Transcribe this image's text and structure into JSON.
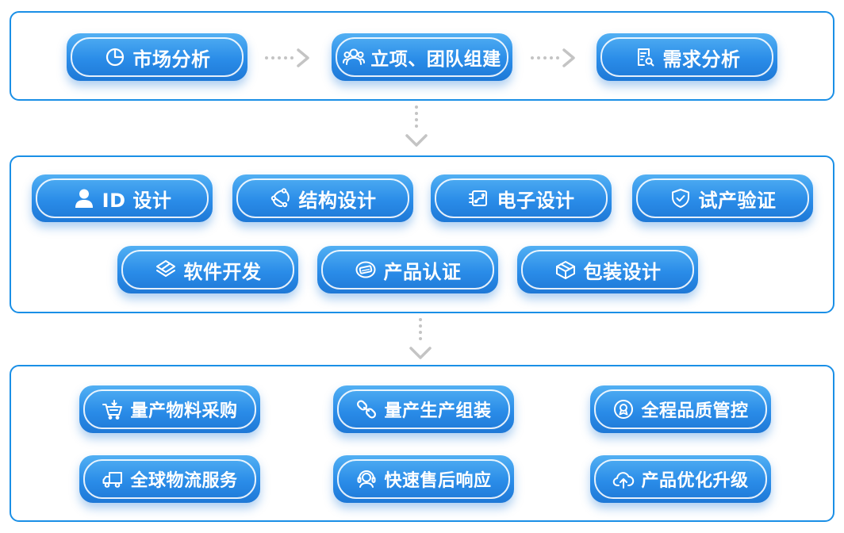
{
  "stages": [
    {
      "items": [
        {
          "label": "市场分析",
          "icon": "pie-chart-icon"
        },
        {
          "label": "立项、团队组建",
          "icon": "team-icon"
        },
        {
          "label": "需求分析",
          "icon": "document-search-icon"
        }
      ]
    },
    {
      "items": [
        {
          "label": "ID 设计",
          "icon": "user-icon"
        },
        {
          "label": "结构设计",
          "icon": "structure-icon"
        },
        {
          "label": "电子设计",
          "icon": "circuit-board-icon"
        },
        {
          "label": "试产验证",
          "icon": "shield-check-icon"
        },
        {
          "label": "软件开发",
          "icon": "layers-icon"
        },
        {
          "label": "产品认证",
          "icon": "certified-stamp-icon"
        },
        {
          "label": "包装设计",
          "icon": "package-box-icon"
        }
      ]
    },
    {
      "items": [
        {
          "label": "量产物料采购",
          "icon": "shopping-cart-icon"
        },
        {
          "label": "量产生产组装",
          "icon": "link-icon"
        },
        {
          "label": "全程品质管控",
          "icon": "award-icon"
        },
        {
          "label": "全球物流服务",
          "icon": "truck-icon"
        },
        {
          "label": "快速售后响应",
          "icon": "headset-icon"
        },
        {
          "label": "产品优化升级",
          "icon": "cloud-upload-icon"
        }
      ]
    }
  ],
  "colors": {
    "border": "#1a8fe6",
    "pill_top": "#52b0f3",
    "pill_bottom": "#1e78d6",
    "arrow": "#c4c4c4"
  }
}
